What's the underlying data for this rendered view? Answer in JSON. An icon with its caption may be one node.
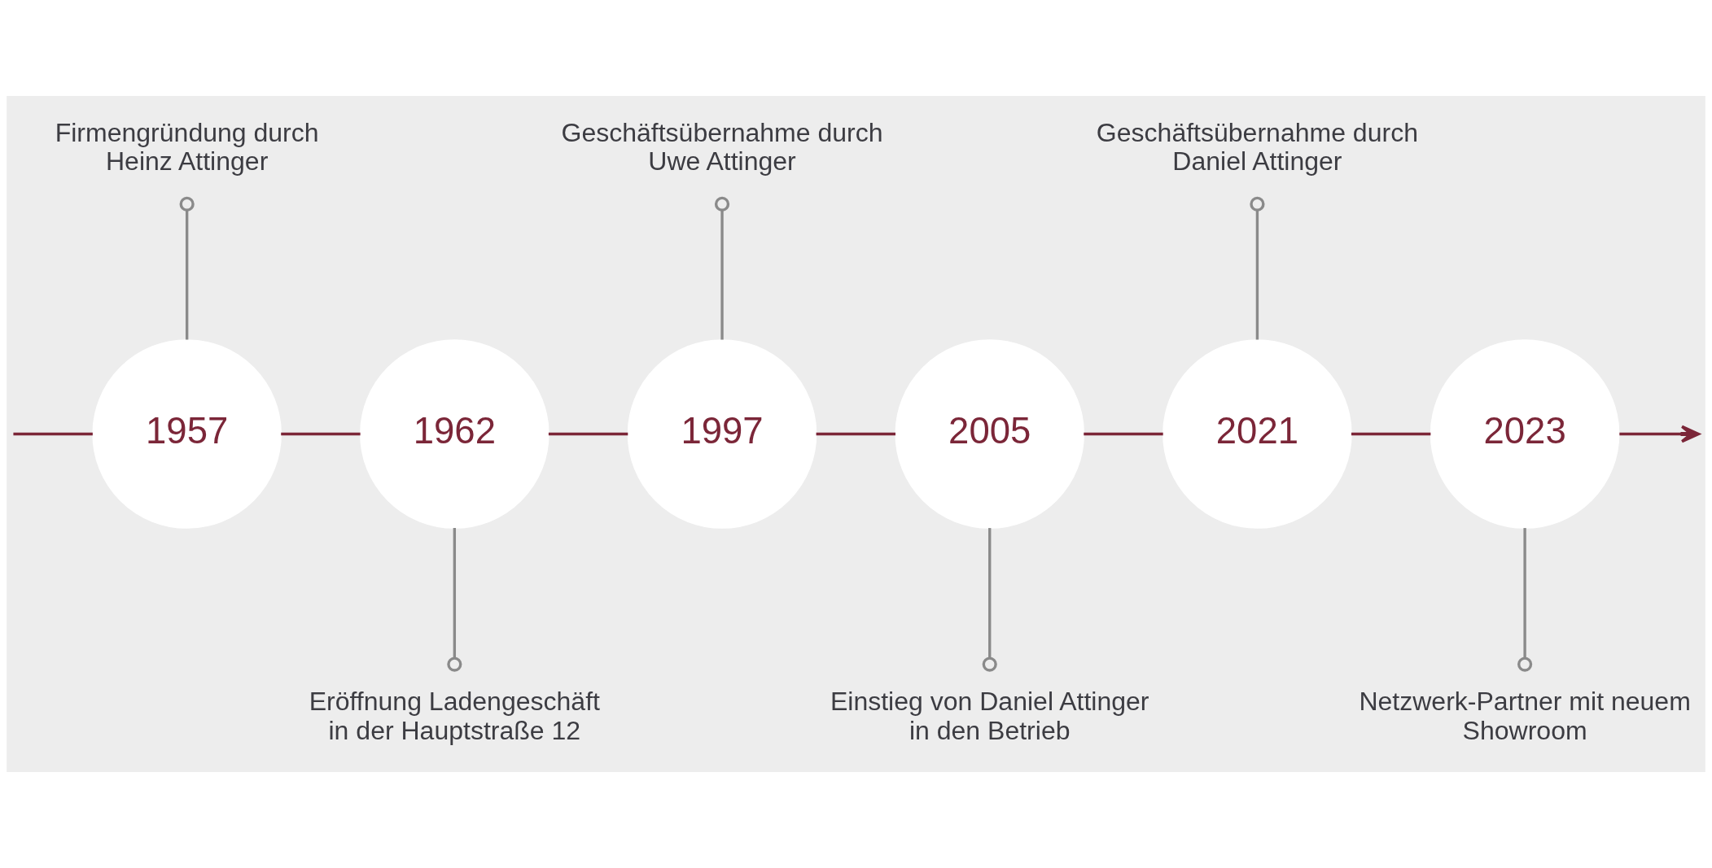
{
  "diagram": {
    "nodes": [
      {
        "text": [
          "Firmengründung durch Heinz Attinger"
        ]
      },
      {
        "text": [
          "Geschäftsübernahme durch Uwe Attinger"
        ]
      },
      {
        "text": [
          "Geschäftsübernahme durch Daniel Attinger"
        ]
      },
      {
        "text": [
          "1957"
        ]
      },
      {
        "text": [
          "1962"
        ]
      },
      {
        "text": [
          "1997"
        ]
      },
      {
        "text": [
          "2005"
        ]
      },
      {
        "text": [
          "2021"
        ]
      },
      {
        "text": [
          "2023"
        ]
      },
      {
        "text": [
          "Eröffnung Ladengeschäft in der Hauptstraße 12"
        ]
      },
      {
        "text": [
          "Einstieg von Daniel Attinger in den Betrieb"
        ]
      },
      {
        "text": [
          "Netzwerk-Partner mit neuem Showroom"
        ]
      }
    ],
    "edges": [
      {
        "from": null,
        "to": 3,
        "arrow": "none"
      },
      {
        "from": 3,
        "to": 4,
        "arrow": "none"
      },
      {
        "from": 4,
        "to": 5,
        "arrow": "none"
      },
      {
        "from": 5,
        "to": 6,
        "arrow": "none"
      },
      {
        "from": 6,
        "to": 7,
        "arrow": "none"
      },
      {
        "from": 7,
        "to": 8,
        "arrow": "none"
      },
      {
        "from": 8,
        "to": null,
        "arrow": "to"
      },
      {
        "from": 0,
        "to": 3,
        "arrow": "other",
        "color": "#8a8a8a"
      },
      {
        "from": 4,
        "to": 9,
        "arrow": "other",
        "color": "#8a8a8a"
      },
      {
        "from": 1,
        "to": 5,
        "arrow": "other",
        "color": "#8a8a8a"
      },
      {
        "from": 6,
        "to": 10,
        "arrow": "other",
        "color": "#8a8a8a"
      },
      {
        "from": 2,
        "to": 7,
        "arrow": "other",
        "color": "#8a8a8a"
      },
      {
        "from": 8,
        "to": 11,
        "arrow": "other",
        "color": "#8a8a8a"
      }
    ]
  }
}
